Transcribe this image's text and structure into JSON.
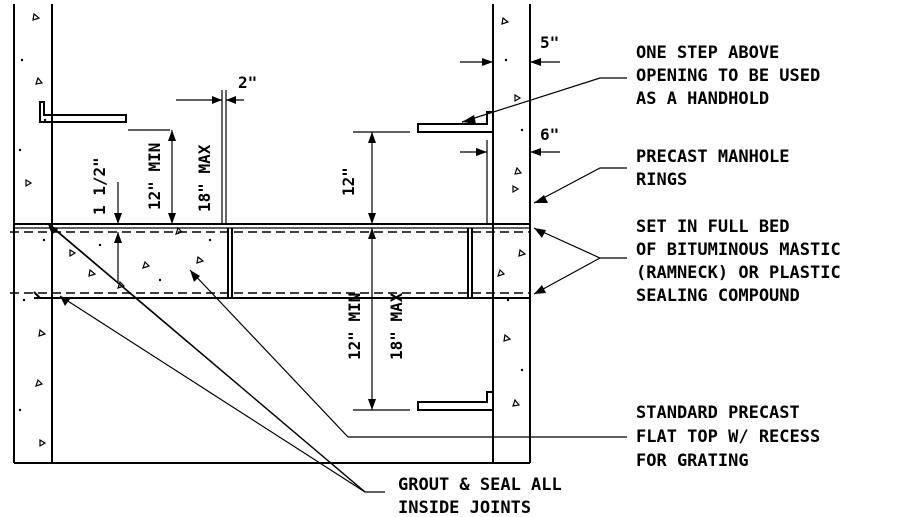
{
  "dimensions": {
    "two_in": "2\"",
    "five_in": "5\"",
    "six_in": "6\"",
    "twelve_in": "12\"",
    "one_half": "1 1/2\"",
    "twelve_min_upper": "12\" MIN",
    "eighteen_max_upper": "18\" MAX",
    "twelve_min_lower": "12\" MIN",
    "eighteen_max_lower": "18\" MAX"
  },
  "notes": {
    "handhold": [
      "ONE STEP ABOVE",
      "OPENING TO BE USED",
      "AS A HANDHOLD"
    ],
    "rings": [
      "PRECAST MANHOLE",
      "RINGS"
    ],
    "mastic": [
      "SET IN FULL BED",
      "OF BITUMINOUS MASTIC",
      "(RAMNECK) OR PLASTIC",
      "SEALING COMPOUND"
    ],
    "flat_top": [
      "STANDARD PRECAST",
      "FLAT TOP W/ RECESS",
      "FOR GRATING"
    ],
    "grout": [
      "GROUT & SEAL ALL",
      "INSIDE JOINTS"
    ]
  }
}
